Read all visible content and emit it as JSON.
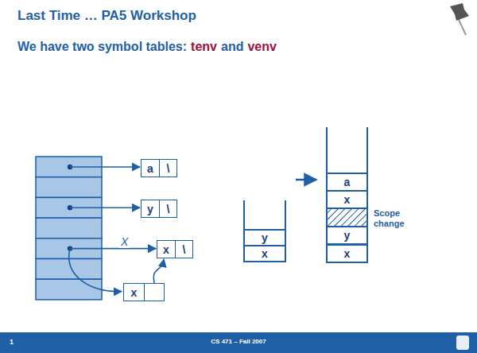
{
  "diagram": {
    "title": "Last Time … PA5 Workshop",
    "nodes": [
      {
        "text": [
          "a",
          "\\"
        ]
      },
      {
        "text": [
          "y",
          "\\"
        ]
      },
      {
        "text": [
          "x",
          "\\"
        ]
      },
      {
        "text": [
          "x"
        ]
      },
      {
        "text": [
          "y"
        ]
      },
      {
        "text": [
          "x"
        ]
      },
      {
        "text": [
          "a"
        ]
      },
      {
        "text": [
          "x"
        ]
      },
      {
        "text": [
          "y"
        ]
      },
      {
        "text": [
          "x"
        ]
      }
    ],
    "edges": [
      {
        "from": 3,
        "to": 2,
        "arrow": "to"
      }
    ],
    "labels": [
      "We have two symbol tables:",
      "tenv",
      "and",
      "venv",
      "X",
      "Scope change",
      "1",
      "CS 471 – Fall 2007"
    ]
  }
}
